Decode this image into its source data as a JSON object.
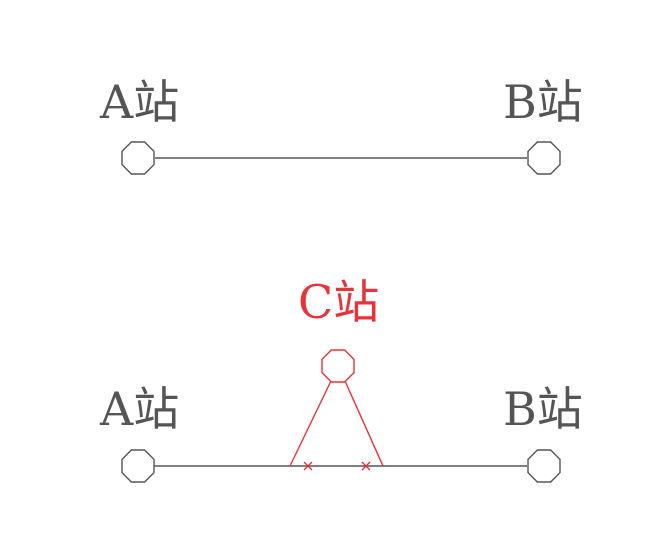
{
  "colors": {
    "existing": "#555555",
    "new": "#e8333a",
    "background": "#ffffff"
  },
  "top_diagram": {
    "station_a": "A站",
    "station_b": "B站"
  },
  "bottom_diagram": {
    "station_a": "A站",
    "station_b": "B站",
    "station_c": "C站"
  }
}
